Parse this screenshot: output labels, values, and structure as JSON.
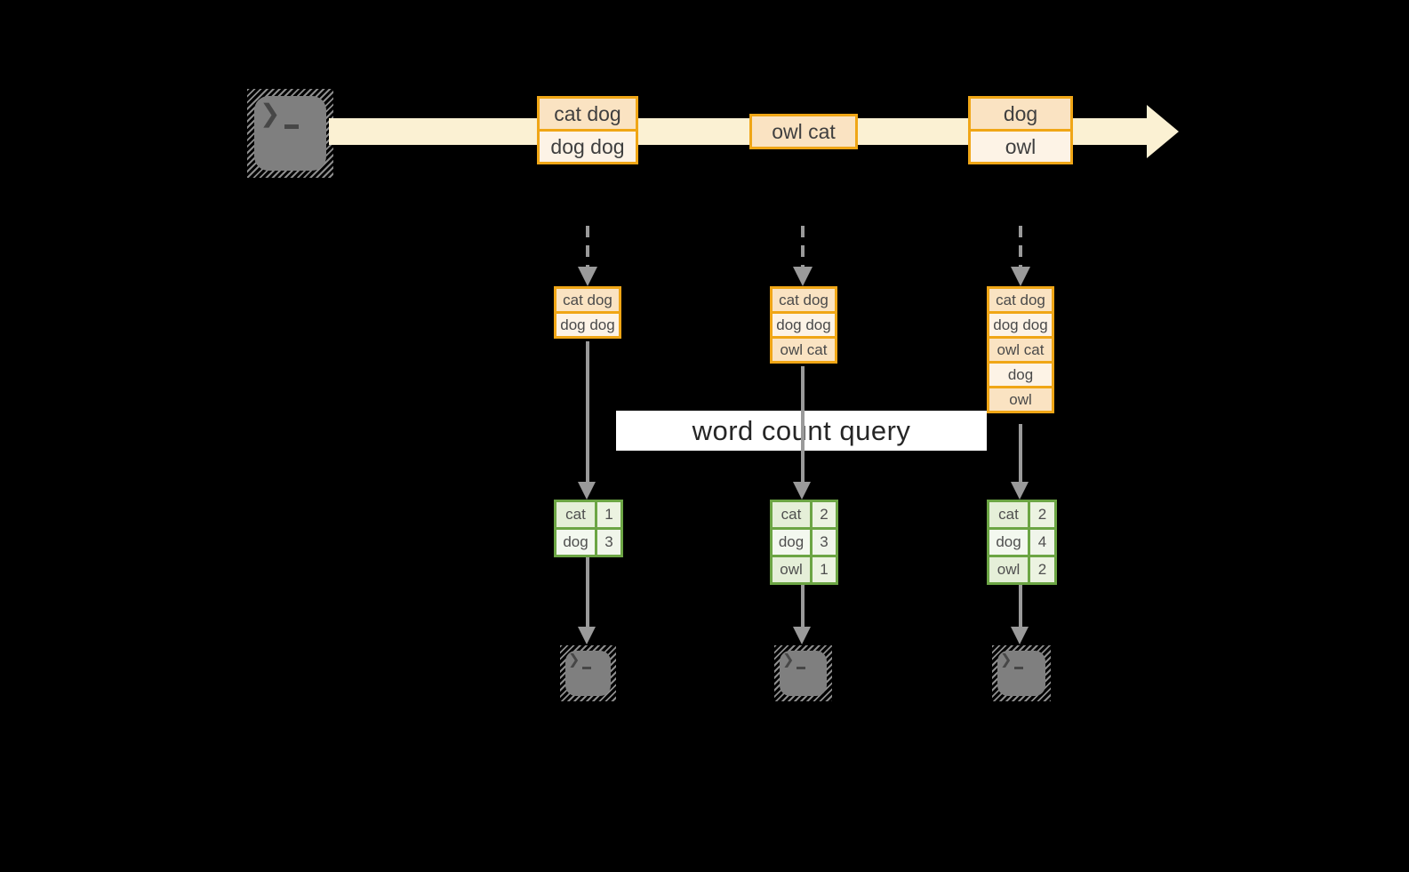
{
  "diagram": {
    "title_semantics": "word count over a record stream",
    "query_box": {
      "label": "word count query"
    },
    "source": {
      "icon": "terminal-icon",
      "prompt": "❯"
    },
    "stream_events": [
      {
        "lines": [
          "cat dog",
          "dog dog"
        ]
      },
      {
        "lines": [
          "owl cat"
        ]
      },
      {
        "lines": [
          "dog",
          "owl"
        ]
      }
    ],
    "snapshots": [
      {
        "buffer": [
          "cat dog",
          "dog dog"
        ],
        "counts": [
          {
            "word": "cat",
            "count": "1"
          },
          {
            "word": "dog",
            "count": "3"
          }
        ],
        "sink_icon": "terminal-icon"
      },
      {
        "buffer": [
          "cat dog",
          "dog dog",
          "owl cat"
        ],
        "counts": [
          {
            "word": "cat",
            "count": "2"
          },
          {
            "word": "dog",
            "count": "3"
          },
          {
            "word": "owl",
            "count": "1"
          }
        ],
        "sink_icon": "terminal-icon"
      },
      {
        "buffer": [
          "cat dog",
          "dog dog",
          "owl cat",
          "dog",
          "owl"
        ],
        "counts": [
          {
            "word": "cat",
            "count": "2"
          },
          {
            "word": "dog",
            "count": "4"
          },
          {
            "word": "owl",
            "count": "2"
          }
        ],
        "sink_icon": "terminal-icon"
      }
    ],
    "colors": {
      "background": "#000000",
      "stream_band": "#FBF1D3",
      "record_fill_dark": "#FAE3C2",
      "record_fill_light": "#FDF3E6",
      "record_border": "#F0A616",
      "table_border": "#6CA544",
      "table_fill_green": "#E5EFD8",
      "table_fill_light": "#F3F8EF",
      "arrow_gray": "#9A9A9A",
      "terminal_gray": "#7F7F7F",
      "query_box_bg": "#FFFFFF",
      "text": "#3F3F3F"
    }
  }
}
